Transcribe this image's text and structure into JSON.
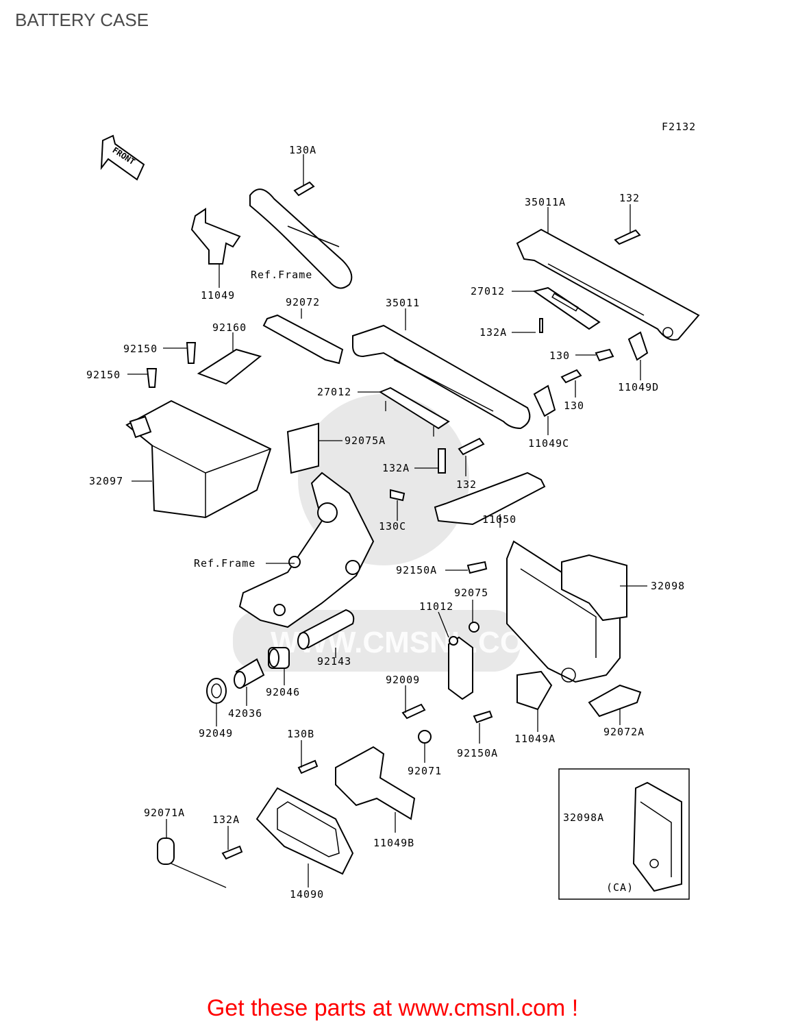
{
  "page_title": "BATTERY CASE",
  "figure_code": "F2132",
  "front_label": "FRONT",
  "watermark_text": "WWW.CMSNL.COM",
  "labels": {
    "l130A_top": "130A",
    "l11049": "11049",
    "lRefFrame1": "Ref.Frame",
    "l35011A": "35011A",
    "l132_top": "132",
    "l27012_r": "27012",
    "l132A_r": "132A",
    "l130_r1": "130",
    "l11049D": "11049D",
    "l92072": "92072",
    "l92160": "92160",
    "l92150_1": "92150",
    "l92150_2": "92150",
    "l35011": "35011",
    "l27012_m": "27012",
    "l130_r2": "130",
    "l11049C": "11049C",
    "l92075A": "92075A",
    "l132A_m": "132A",
    "l132_m": "132",
    "l32097": "32097",
    "l130C": "130C",
    "l11050": "11050",
    "lRefFrame2": "Ref.Frame",
    "l92150A_1": "92150A",
    "l32098": "32098",
    "l92075": "92075",
    "l11012": "11012",
    "l92143": "92143",
    "l92046": "92046",
    "l92009": "92009",
    "l42036": "42036",
    "l92049": "92049",
    "l130B": "130B",
    "l92071": "92071",
    "l92150A_2": "92150A",
    "l11049A": "11049A",
    "l92072A": "92072A",
    "l92071A": "92071A",
    "l132A_b": "132A",
    "l11049B": "11049B",
    "l14090": "14090",
    "l32098A": "32098A",
    "lCA": "(CA)"
  },
  "cta": "Get these parts at www.cmsnl.com !"
}
